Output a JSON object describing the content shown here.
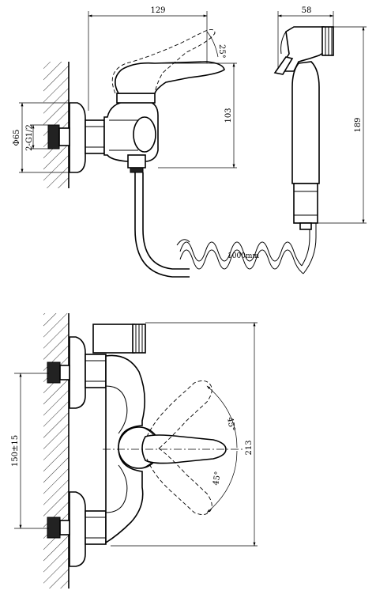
{
  "side_view": {
    "dim_width": "129",
    "dim_angle": "25°",
    "dim_height": "103",
    "dim_diameter": "Φ65",
    "dim_thread": "2-G1/2",
    "dim_hose": "1000mm"
  },
  "sprayer_view": {
    "dim_width": "58",
    "dim_height": "189"
  },
  "front_view": {
    "dim_spacing": "150±15",
    "dim_height": "213",
    "dim_angle_up": "45°",
    "dim_angle_down": "45°"
  }
}
